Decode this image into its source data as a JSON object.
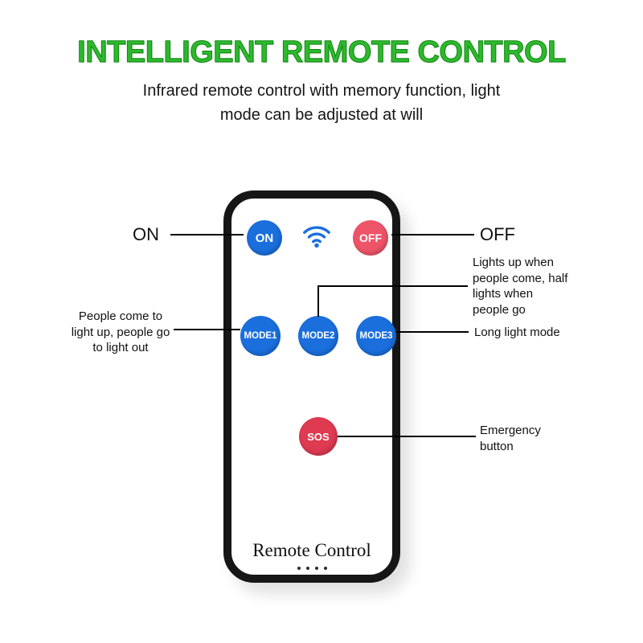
{
  "header": {
    "title": "INTELLIGENT REMOTE CONTROL",
    "subtitle": "Infrared remote control with memory function, light mode can be adjusted at will"
  },
  "remote": {
    "buttons": {
      "on": "ON",
      "off": "OFF",
      "mode1": "MODE1",
      "mode2": "MODE2",
      "mode3": "MODE3",
      "sos": "SOS"
    },
    "brand": "Remote Control"
  },
  "annotations": {
    "on": "ON",
    "off": "OFF",
    "mode1": "People come to light up, people go to light out",
    "mode2": "Lights up when people come, half lights when people go",
    "mode3": "Long light mode",
    "sos": "Emergency button"
  },
  "colors": {
    "title_green": "#2eb82e",
    "button_blue": "#1b6fdd",
    "off_red": "#ee5468",
    "sos_red": "#de3a52",
    "wifi_blue": "#1b6fdd"
  }
}
